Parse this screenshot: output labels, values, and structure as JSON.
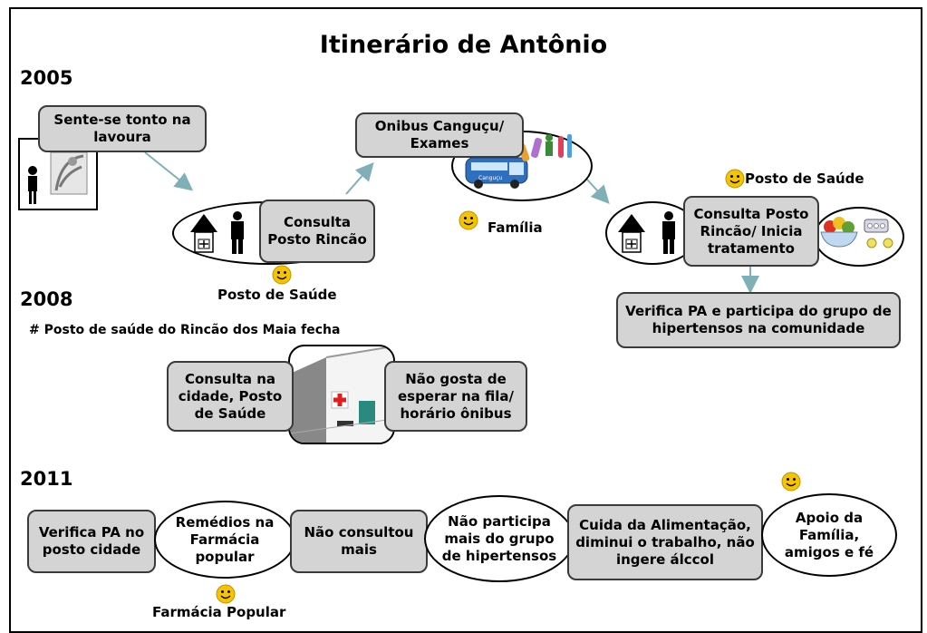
{
  "title": "Itinerário de Antônio",
  "years": {
    "y2005": "2005",
    "y2008": "2008",
    "y2011": "2011"
  },
  "row2005": {
    "sente": "Sente-se tonto na lavoura",
    "onibus": "Onibus Canguçu/ Exames",
    "bus_sign": "Canguçu",
    "consulta": "Consulta Posto Rincão",
    "posto_saude_1": "Posto de Saúde",
    "familia": "Família",
    "posto_saude_2": "Posto de Saúde",
    "consulta_inicia": "Consulta Posto Rincão/ Inicia tratamento",
    "verifica_grupo": "Verifica PA e participa do grupo de hipertensos na comunidade"
  },
  "row2008": {
    "note": "# Posto de saúde do Rincão dos Maia fecha",
    "consulta_cidade": "Consulta na cidade, Posto de Saúde",
    "nao_gosta": "Não gosta de esperar na fila/ horário ônibus"
  },
  "row2011": {
    "verifica_pa": "Verifica PA no posto cidade",
    "remedios": "Remédios na Farmácia popular",
    "nao_consultou": "Não consultou mais",
    "nao_participa": "Não participa mais do grupo de hipertensos",
    "cuida": "Cuida da Alimentação, diminui o trabalho, não ingere álccol",
    "apoio": "Apoio da Família, amigos e fé",
    "farmacia": "Farmácia Popular"
  },
  "colors": {
    "box_fill": "#d4d4d4",
    "arrow": "#7fb0b8",
    "smiley": "#f5c400",
    "cross": "#e02020",
    "bus": "#2f6fc0"
  },
  "icons": [
    "smiley-icon",
    "house-icon",
    "person-icon",
    "bus-icon",
    "test-tubes-icon",
    "fruit-bowl-icon",
    "pills-icon",
    "clinic-building-icon",
    "farmer-picture-icon"
  ]
}
